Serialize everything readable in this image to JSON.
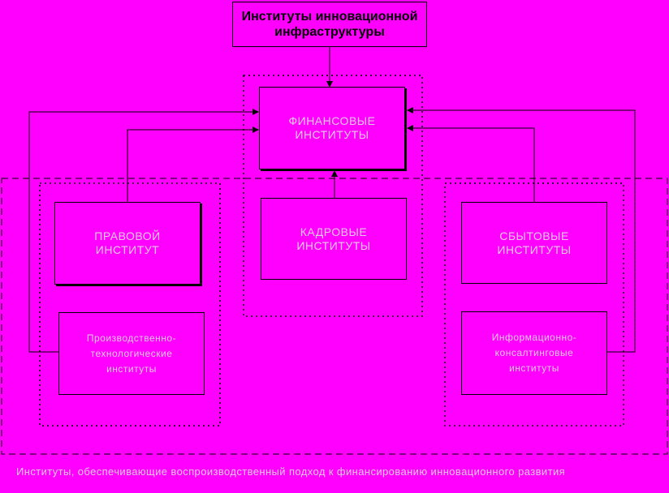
{
  "diagram": {
    "top_box": "Институты инновационной\nинфраструктуры",
    "finance_box": "ФИНАНСОВЫЕ\nИНСТИТУТЫ",
    "legal_box": "ПРАВОВОЙ\nИНСТИТУТ",
    "staff_box": "КАДРОВЫЕ\nИНСТИТУТЫ",
    "sales_box": "СБЫТОВЫЕ\nИНСТИТУТЫ",
    "production_box": "Производственно-\nтехнологические\nинституты",
    "consulting_box": "Информационно-\nконсалтинговые\nинституты",
    "footer": "Институты, обеспечивающие воспроизводственный подход к финансированию инновационного развития"
  },
  "colors": {
    "background": "#ff00ff",
    "line": "#000000",
    "light_text": "#e5c8e5"
  }
}
